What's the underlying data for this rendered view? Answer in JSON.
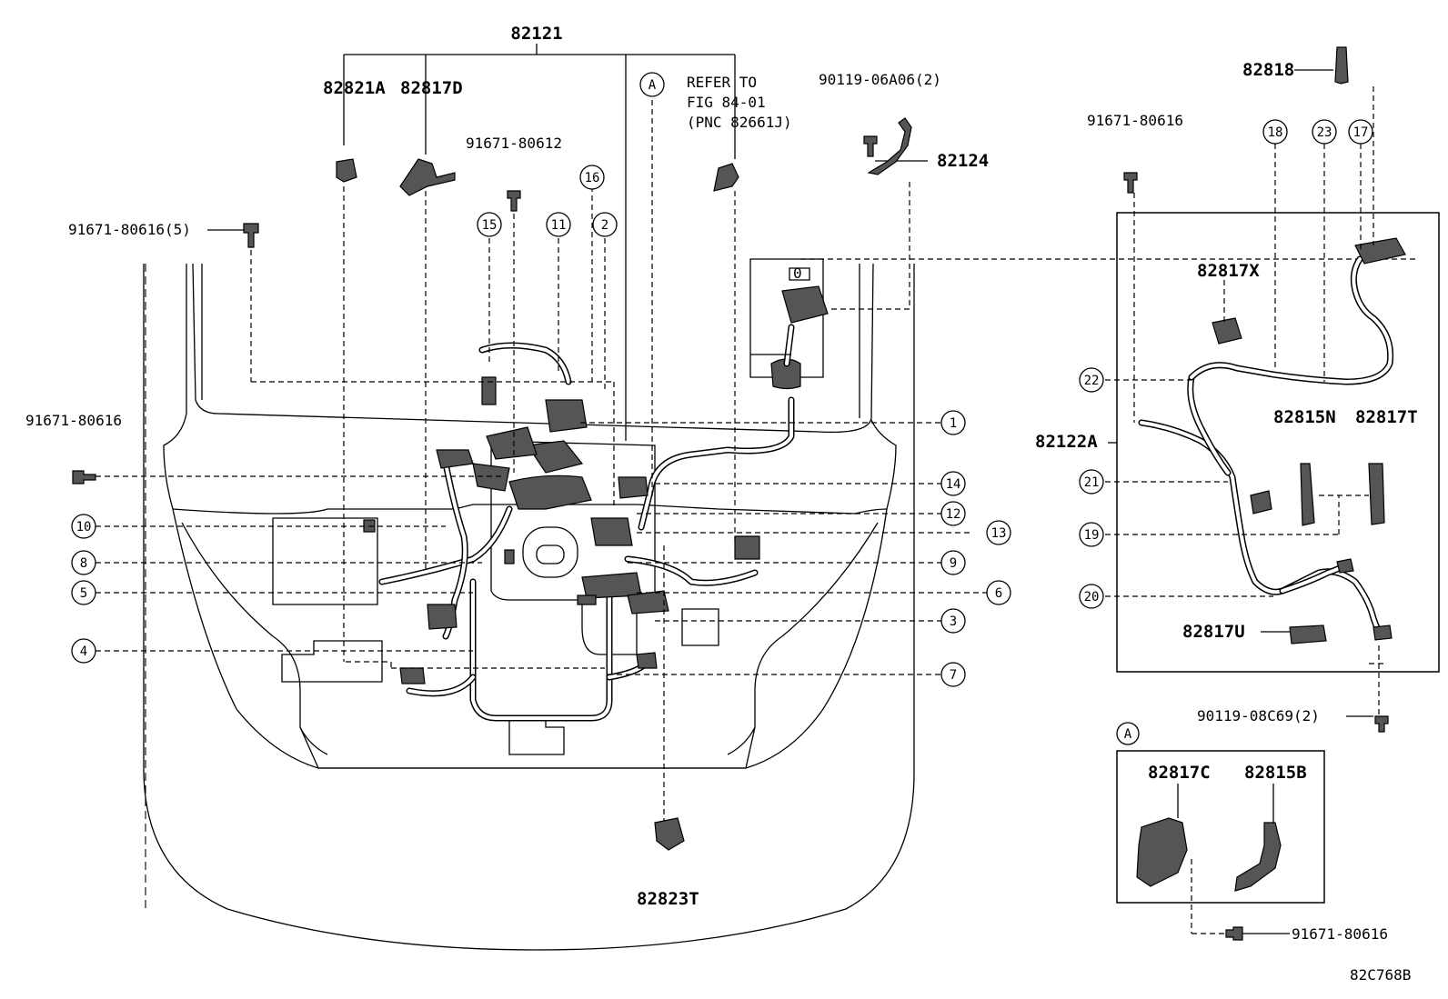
{
  "harness_main": "82121",
  "harness_sub": "82122A",
  "sub_view_marker": "A",
  "reference_note": [
    "REFER TO",
    "FIG 84-01",
    "(PNC 82661J)"
  ],
  "figure_code": "82C768B",
  "parts": {
    "p82821A": "82821A",
    "p82817D": "82817D",
    "p82124": "82124",
    "p82818": "82818",
    "p82817X": "82817X",
    "p82815N": "82815N",
    "p82817T": "82817T",
    "p82817U": "82817U",
    "p82823T": "82823T",
    "p82817C": "82817C",
    "p82815B": "82815B"
  },
  "fasteners": {
    "b80612": "91671-80612",
    "b80616_5": "91671-80616(5)",
    "b80616_left": "91671-80616",
    "b80616_right": "91671-80616",
    "b80616_bottom": "91671-80616",
    "b06A06": "90119-06A06(2)",
    "b08C69": "90119-08C69(2)"
  },
  "callouts": [
    "1",
    "2",
    "3",
    "4",
    "5",
    "6",
    "7",
    "8",
    "9",
    "10",
    "11",
    "12",
    "13",
    "14",
    "15",
    "16",
    "17",
    "18",
    "19",
    "20",
    "21",
    "22",
    "23"
  ]
}
